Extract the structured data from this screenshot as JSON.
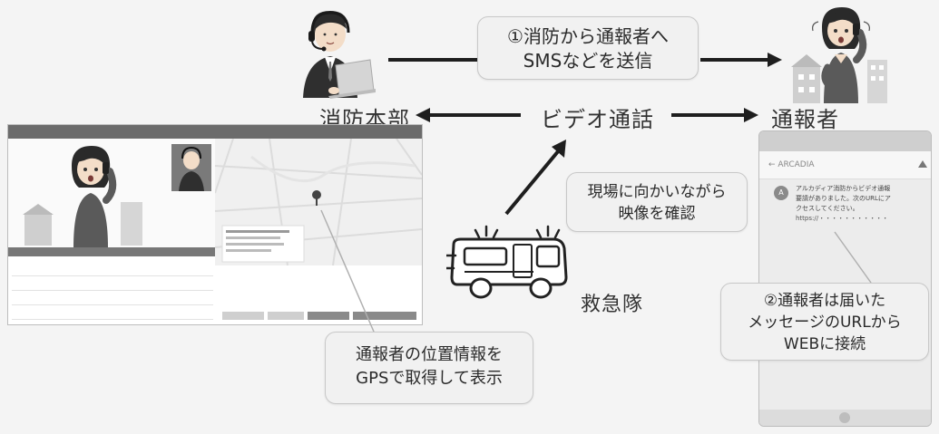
{
  "labels": {
    "hq": "消防本部",
    "video_call": "ビデオ通話",
    "reporter": "通報者",
    "ambulance": "救急隊"
  },
  "bubbles": {
    "sms": {
      "line1": "①消防から通報者へ",
      "line2": "SMSなどを送信"
    },
    "field": {
      "line1": "現場に向かいながら",
      "line2": "映像を確認"
    },
    "gps": {
      "line1": "通報者の位置情報を",
      "line2": "GPSで取得して表示"
    },
    "connect": {
      "line1": "②通報者は届いた",
      "line2": "メッセージのURLから",
      "line3": "WEBに接続"
    }
  },
  "phone": {
    "nav_title": "← ARCADIA",
    "avatar_letter": "A",
    "message_line1": "アルカディア消防からビデオ通報",
    "message_line2": "要請がありました。次のURLにア",
    "message_line3": "クセスしてください。",
    "message_url": "https://・・・・・・・・・・・"
  },
  "colors": {
    "arrow": "#1e1e1e",
    "bubble_bg": "#f1f1f1",
    "bubble_border": "#c8c8c8",
    "background": "#f4f4f4"
  }
}
